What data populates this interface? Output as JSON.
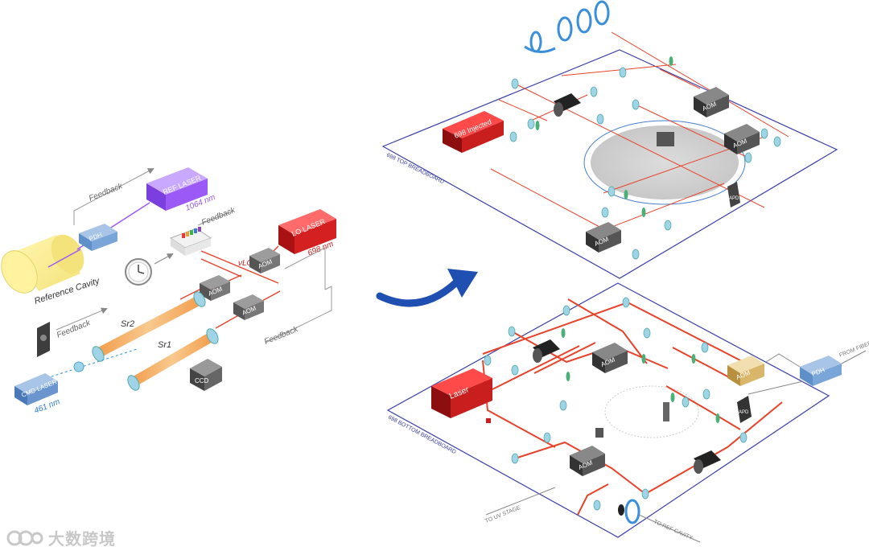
{
  "left_setup": {
    "reference_cavity": "Reference Cavity",
    "ref_laser": "REF LASER",
    "ref_wavelength": "1064 nm",
    "pdh": "PDH",
    "lo_laser": "LO LASER",
    "lo_wavelength": "698 nm",
    "aom": "AOM",
    "nu_lo": "νLO",
    "sr1": "Sr1",
    "sr2": "Sr2",
    "ccd": "CCD",
    "cmd_laser": "CMD LASER",
    "cmd_wavelength": "461 nm",
    "feedback": "Feedback"
  },
  "top_breadboard": {
    "label": "698 TOP BREADBOARD",
    "laser": "698 Injected",
    "aom": "AOM",
    "apd": "APD"
  },
  "bottom_breadboard": {
    "label": "698 BOTTOM BREADBOARD",
    "laser": "Laser",
    "aom": "AOM",
    "pdh": "PDH",
    "apd": "APD",
    "fiber_in": "FROM FIBER",
    "to_cavity": "TO REF CAVITY",
    "to_uv": "TO UV STAGE"
  },
  "watermark": "大数跨境",
  "colors": {
    "beam": "#e8432a",
    "violet": "#9b59f5",
    "red_box": "#c81e1e",
    "blue_arrow": "#1f4fb0",
    "board": "#3a3fa8"
  }
}
